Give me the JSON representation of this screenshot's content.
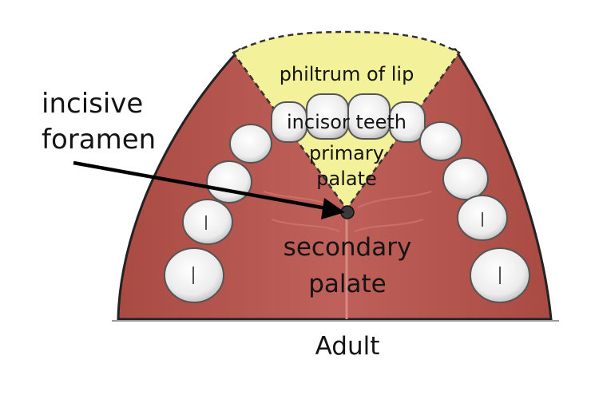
{
  "labels": {
    "incisive_foramen_line1": "incisive",
    "incisive_foramen_line2": "foramen",
    "philtrum": "philtrum of lip",
    "incisor_teeth": "incisor teeth",
    "primary_palate_line1": "primary",
    "primary_palate_line2": "palate",
    "secondary_palate_line1": "secondary",
    "secondary_palate_line2": "palate",
    "caption": "Adult"
  },
  "colors": {
    "secondary_palate": "#b9554c",
    "primary_palate": "#f3f19a",
    "teeth": "#f4f4f4",
    "outline": "#222222",
    "text": "#141414"
  }
}
